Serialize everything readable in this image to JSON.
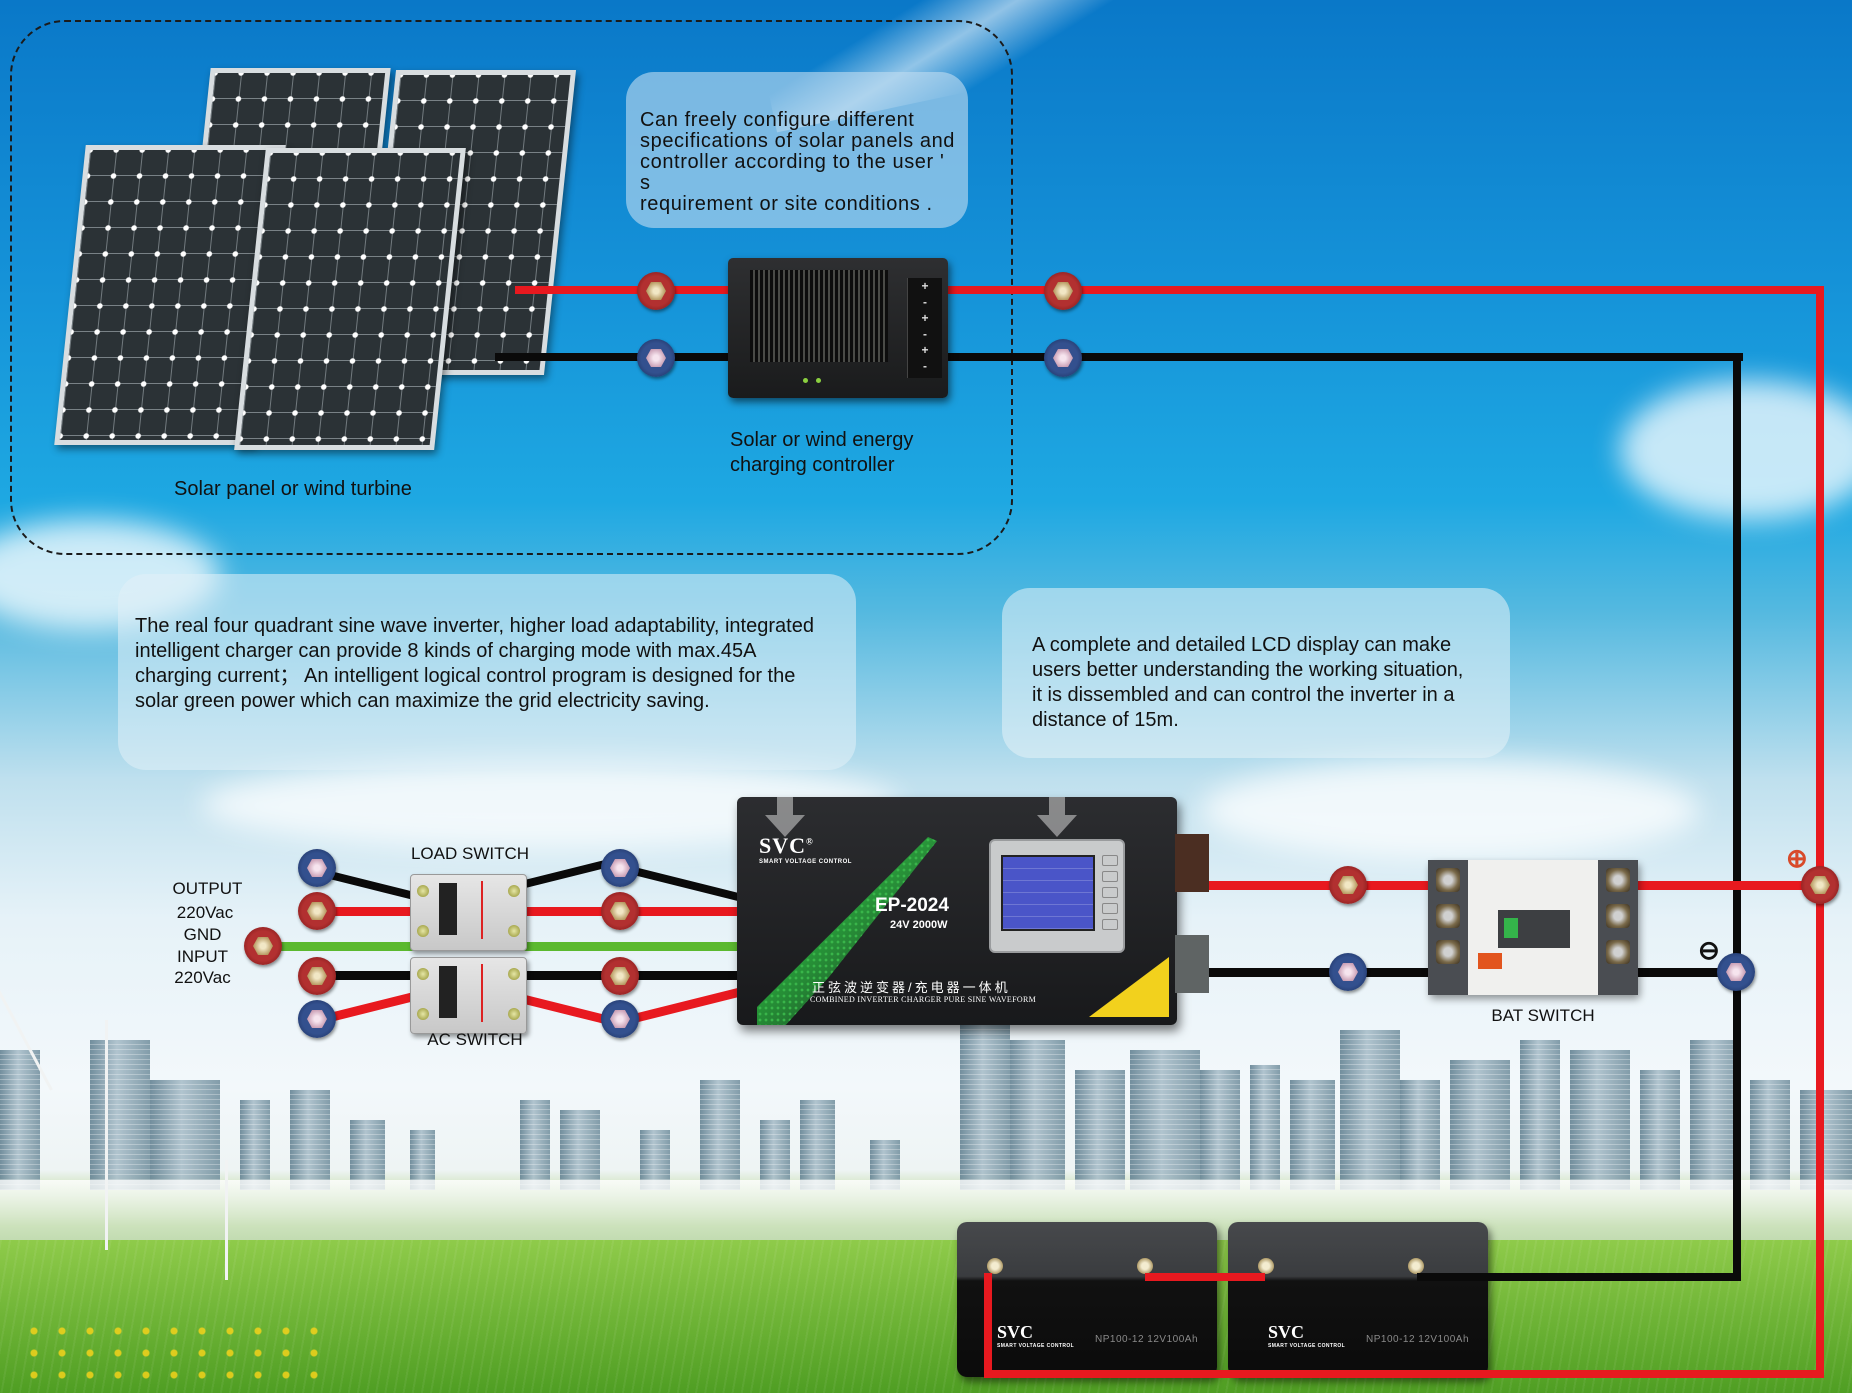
{
  "diagram": {
    "type": "solar inverter system wiring diagram",
    "notes": {
      "configure": "Can freely configure different specifications of solar panels and controller according to the user ' s requirement or site conditions .",
      "configure_lines": [
        "Can freely configure different",
        "specifications of solar panels and",
        "controller according to the user ' s",
        " requirement or site conditions ."
      ],
      "inverter_lines": [
        "The real four quadrant sine wave inverter, higher load adaptability, integrated",
        "intelligent charger can provide 8 kinds of charging mode with max.45A",
        "charging current； An intelligent logical control program is designed for the",
        "solar green power which can maximize the grid electricity saving."
      ],
      "lcd_lines": [
        "A complete and detailed LCD display can make",
        "users better understanding the working situation,",
        "it is dissembled and can control the inverter in a",
        "distance of 15m."
      ]
    },
    "captions": {
      "solar_panel": "Solar panel or wind turbine",
      "controller_line1": "Solar or wind energy",
      "controller_line2": "charging controller",
      "load_switch": "LOAD SWITCH",
      "ac_switch": "AC SWITCH",
      "bat_switch": "BAT SWITCH",
      "output": "OUTPUT",
      "output_voltage": "220Vac",
      "gnd": "GND",
      "input": "INPUT",
      "input_voltage": "220Vac"
    },
    "controller": {
      "side_labels": [
        "+",
        "-",
        "+",
        "-",
        "+",
        "-"
      ]
    },
    "inverter": {
      "brand": "SVC",
      "brand_tagline": "SMART VOLTAGE CONTROL",
      "model": "EP-2024",
      "spec": "24V 2000W",
      "chinese_label": "正弦波逆变器/充电器一体机",
      "english_label": "COMBINED INVERTER CHARGER PURE SINE WAVEFORM",
      "registered": "®"
    },
    "batteries": [
      {
        "brand": "SVC",
        "tagline": "SMART VOLTAGE CONTROL",
        "spec": "NP100-12  12V100Ah"
      },
      {
        "brand": "SVC",
        "tagline": "SMART VOLTAGE CONTROL",
        "spec": "NP100-12  12V100Ah"
      }
    ],
    "polarity": {
      "positive": "⊕",
      "negative": "⊖"
    },
    "colors": {
      "positive_wire": "#e8191f",
      "negative_wire": "#0a0a0a",
      "ground_wire": "#5bb92f",
      "sky": "#1592d8"
    }
  }
}
